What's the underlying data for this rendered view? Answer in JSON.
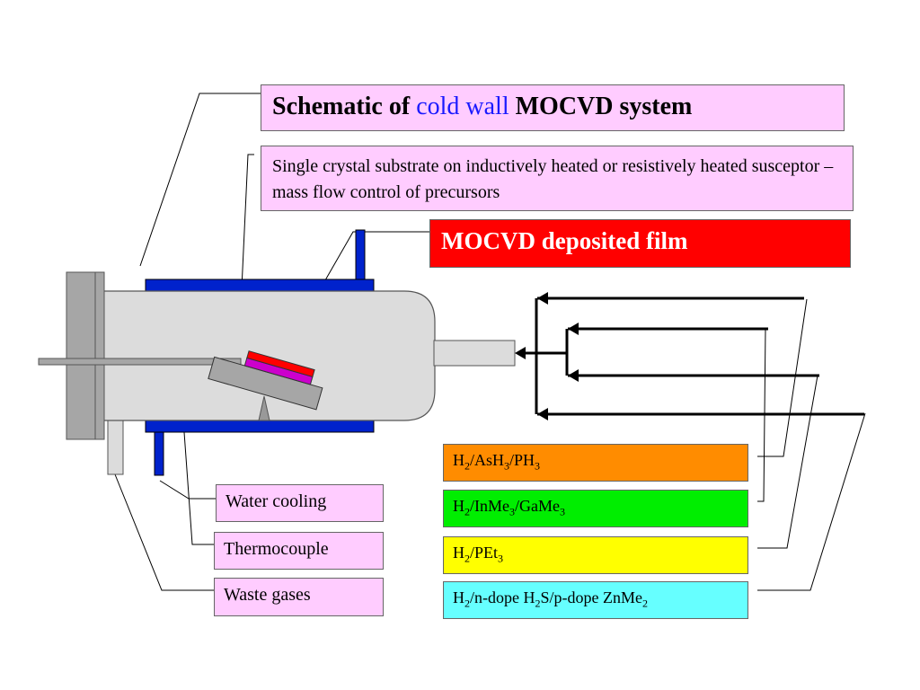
{
  "title": {
    "prefix": "Schematic of",
    "highlight": "cold wall",
    "suffix": "MOCVD system"
  },
  "description": "Single crystal substrate on inductively heated or resistively heated susceptor – mass flow control of precursors",
  "film_label": "MOCVD deposited film",
  "labels": {
    "water_cooling": "Water cooling",
    "thermocouple": "Thermocouple",
    "waste_gases": "Waste gases"
  },
  "gas_lines": [
    {
      "segments": [
        [
          "H",
          "2"
        ],
        [
          "/AsH",
          "3"
        ],
        [
          "/PH",
          "3"
        ]
      ],
      "color": "#ff8c00"
    },
    {
      "segments": [
        [
          "H",
          "2"
        ],
        [
          "/InMe",
          "3"
        ],
        [
          "/GaMe",
          "3"
        ]
      ],
      "color": "#00ee00"
    },
    {
      "segments": [
        [
          "H",
          "2"
        ],
        [
          "/PEt",
          "3"
        ]
      ],
      "color": "#ffff00"
    },
    {
      "segments": [
        [
          "H",
          "2"
        ],
        [
          "/n-dope H",
          "2"
        ],
        [
          "S/p-dope ZnMe",
          "2"
        ]
      ],
      "color": "#66ffff"
    }
  ],
  "colors": {
    "label_fill": "#ffccff",
    "film": "#ff0000",
    "substrate": "#cc00cc",
    "cooling_jacket": "#0022cc",
    "reactor_body": "#dcdcdc",
    "flange": "#a6a6a6",
    "highlight_text": "#1a1aff"
  }
}
